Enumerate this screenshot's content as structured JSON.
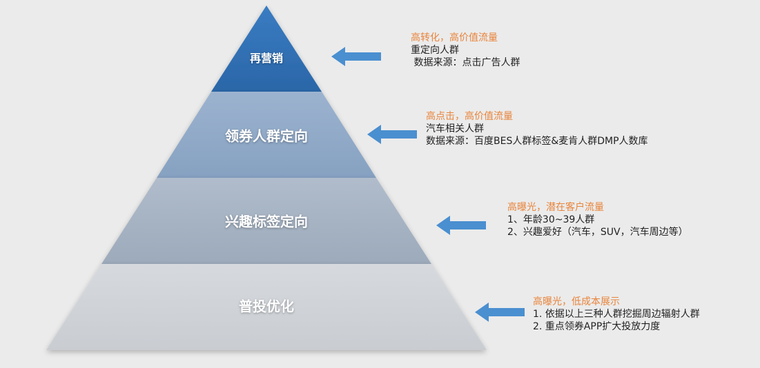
{
  "pyramid": {
    "tiers": [
      {
        "label": "再营销",
        "headline": "高转化，高价值流量",
        "lines": [
          "重定向人群",
          " 数据来源：点击广告人群"
        ]
      },
      {
        "label": "领券人群定向",
        "headline": "高点击，高价值流量",
        "lines": [
          "汽车相关人群",
          "数据来源：百度BES人群标签&麦肯人群DMP人数库"
        ]
      },
      {
        "label": "兴趣标签定向",
        "headline": "高曝光，潜在客户流量",
        "lines": [
          "1、年龄30~39人群",
          "2、兴趣爱好（汽车，SUV，汽车周边等）"
        ]
      },
      {
        "label": "普投优化",
        "headline": "高曝光，低成本展示",
        "lines": [
          "1. 依据以上三种人群挖掘周边辐射人群",
          "2. 重点领券APP扩大投放力度"
        ]
      }
    ],
    "colors": {
      "tier1": "#2e6db0",
      "tier2": "#8ea8c6",
      "tier3": "#a3b0c0",
      "tier4": "#cdd1d6",
      "arrow": "#4a8fd0",
      "headline": "#e8843b",
      "background": "#ebebeb"
    }
  }
}
